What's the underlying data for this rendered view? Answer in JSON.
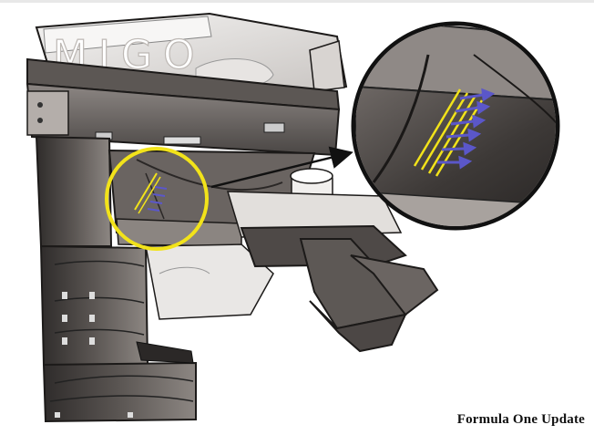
{
  "caption": "Formula One Update",
  "logo_text": "MIGO",
  "colors": {
    "body_dark": "#3e3a38",
    "body_mid": "#6f6966",
    "body_light": "#b9b4b0",
    "panel_light": "#e9e7e5",
    "highlight_yellow": "#f2e31a",
    "arrow_blue": "#5b57c9",
    "outline": "#1c1a19"
  },
  "icons": {
    "callout_arrow": "arrow-icon",
    "zoom_circle": "magnifier-circle",
    "flow_arrows": "airflow-arrows"
  }
}
